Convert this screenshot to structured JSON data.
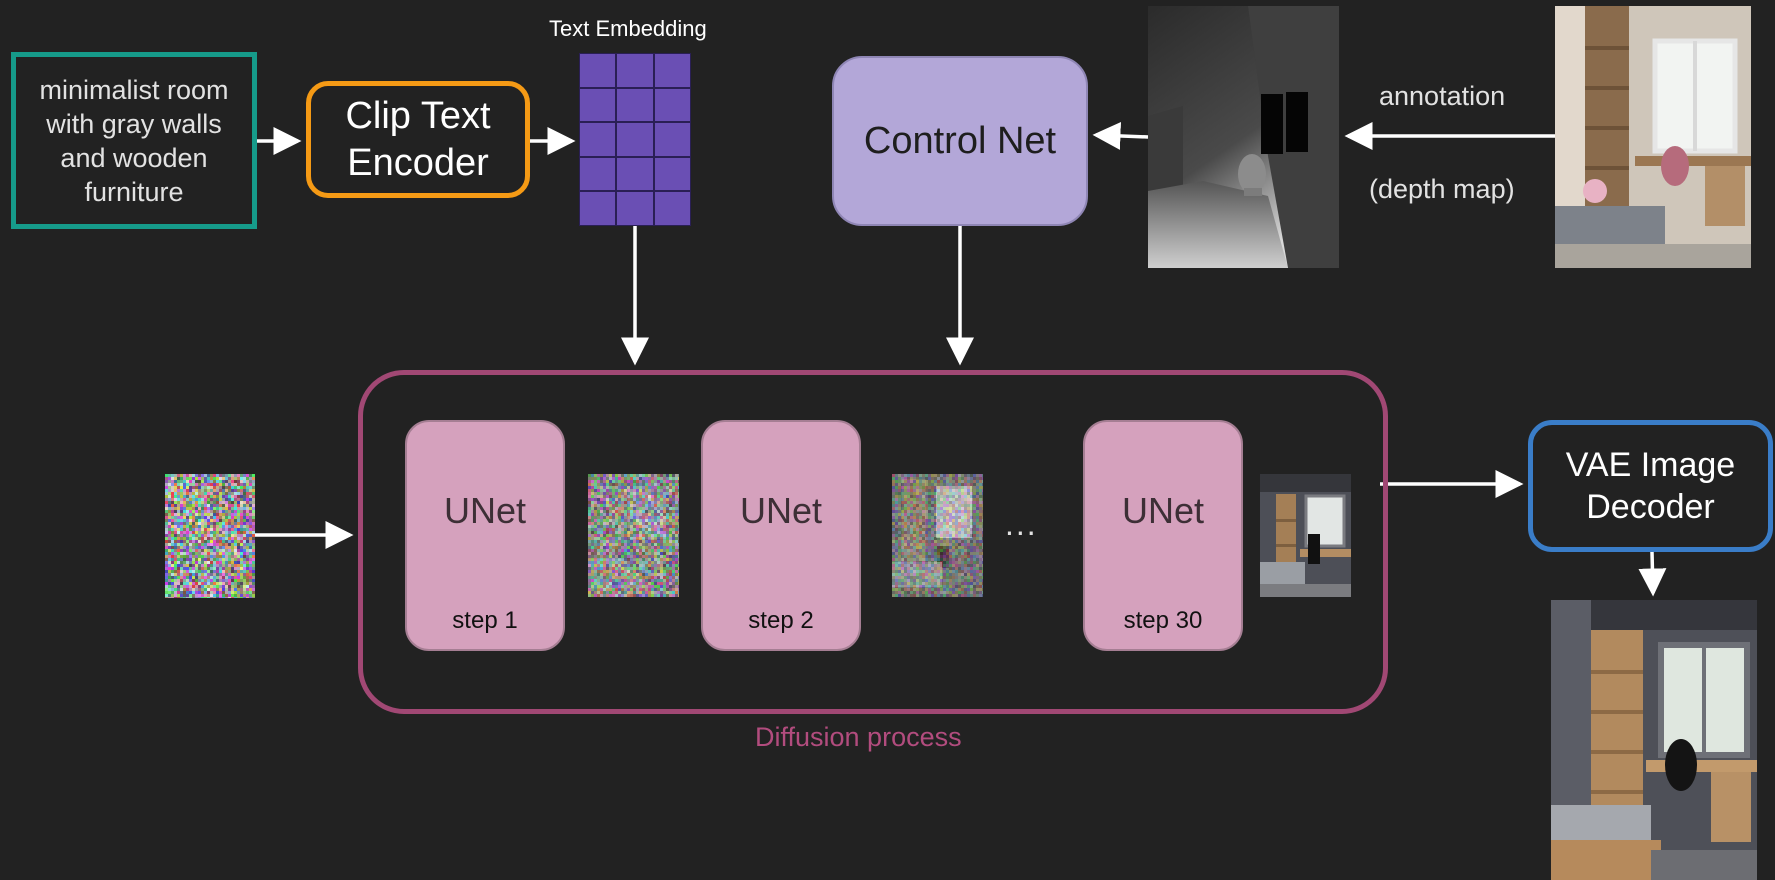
{
  "prompt": {
    "text": "minimalist room with gray walls and wooden furniture"
  },
  "clip_encoder": {
    "line1": "Clip Text",
    "line2": "Encoder"
  },
  "text_embedding": {
    "label": "Text Embedding",
    "rows": 5,
    "cols": 3,
    "color": "#6a4fb4"
  },
  "control_net": {
    "label": "Control Net"
  },
  "annotation": {
    "label": "annotation",
    "sublabel": "(depth map)"
  },
  "diffusion": {
    "label": "Diffusion process",
    "ellipsis": "...",
    "steps": [
      {
        "name": "UNet",
        "step": "step 1"
      },
      {
        "name": "UNet",
        "step": "step 2"
      },
      {
        "name": "UNet",
        "step": "step 30"
      }
    ]
  },
  "vae_decoder": {
    "line1": "VAE Image",
    "line2": "Decoder"
  },
  "colors": {
    "background": "#222222",
    "prompt_border": "#169b8a",
    "clip_border": "#f59a15",
    "control_fill": "#b3a7d8",
    "diffusion_border": "#a14874",
    "unet_fill": "#d5a1bd",
    "vae_border": "#3a7dc8",
    "arrow": "#ffffff"
  }
}
